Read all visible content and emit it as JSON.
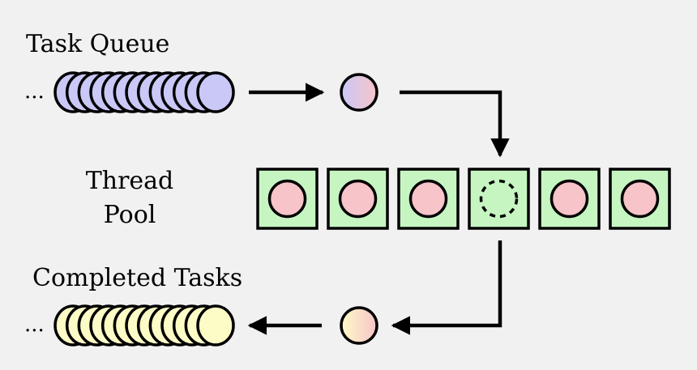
{
  "labels": {
    "task_queue": "Task Queue",
    "thread_pool_line1": "Thread",
    "thread_pool_line2": "Pool",
    "completed_tasks": "Completed Tasks",
    "ellipsis_top": "...",
    "ellipsis_bottom": "..."
  },
  "task_queue": {
    "count": 13,
    "fill": "#c9c8f7"
  },
  "completed_tasks": {
    "count": 13,
    "fill": "#fdfbc6"
  },
  "thread_pool": {
    "threads": [
      {
        "state": "busy"
      },
      {
        "state": "busy"
      },
      {
        "state": "busy"
      },
      {
        "state": "idle"
      },
      {
        "state": "busy"
      },
      {
        "state": "busy"
      }
    ],
    "cell_fill": "#c6f5c2",
    "task_fill": "#f7c4c9"
  },
  "colors": {
    "background": "#f1f1f1",
    "stroke": "#000000",
    "queue_task": "#c9c8f7",
    "running_task": "#f7c4c9",
    "completed_task": "#fdfbc6"
  }
}
